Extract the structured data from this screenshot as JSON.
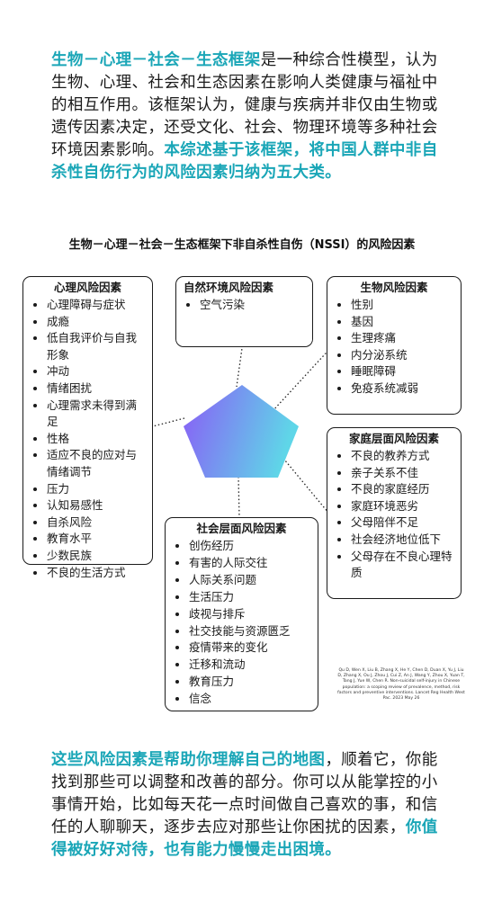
{
  "intro": {
    "highlight_1": "生物－心理－社会－生态框架",
    "text_1": "是一种综合性模型，认为生物、心理、社会和生态因素在影响人类健康与福祉中的相互作用。该框架认为，健康与疾病并非仅由生物或遗传因素决定，还受文化、社会、物理环境等多种社会环境因素影响。",
    "highlight_2": "本综述基于该框架，将中国人群中非自杀性自伤行为的风险因素归纳为五大类。"
  },
  "diagram": {
    "title": "生物－心理－社会－生态框架下非自杀性自伤（NSSI）的风险因素",
    "psych": {
      "title": "心理风险因素",
      "items": [
        "心理障碍与症状",
        "成瘾",
        "低自我评价与自我形象",
        "冲动",
        "情绪困扰",
        "心理需求未得到满足",
        "性格",
        "适应不良的应对与情绪调节",
        "压力",
        "认知易感性",
        "自杀风险",
        "教育水平",
        "少数民族",
        "不良的生活方式"
      ]
    },
    "env": {
      "title": "自然环境风险因素",
      "items": [
        "空气污染"
      ]
    },
    "bio": {
      "title": "生物风险因素",
      "items": [
        "性别",
        "基因",
        "生理疼痛",
        "内分泌系统",
        "睡眠障碍",
        "免疫系统减弱"
      ]
    },
    "family": {
      "title": "家庭层面风险因素",
      "items": [
        "不良的教养方式",
        "亲子关系不佳",
        "不良的家庭经历",
        "家庭环境恶劣",
        "父母陪伴不足",
        "社会经济地位低下",
        "父母存在不良心理特质"
      ]
    },
    "social": {
      "title": "社会层面风险因素",
      "items": [
        "创伤经历",
        "有害的人际交往",
        "人际关系问题",
        "生活压力",
        "歧视与排斥",
        "社交技能与资源匮乏",
        "疫情带来的变化",
        "迁移和流动",
        "教育压力",
        "信念"
      ]
    },
    "citation": "Qu D, Wen X, Liu B, Zhang X, He Y, Chen D, Duan X, Yu J, Liu D, Zhang X, Ou J, Zhou J, Cui Z, An J, Wang Y, Zhou X, Yuan T, Tang J, Yue W, Chen R. Non-suicidal self-injury in Chinese population: a scoping review of prevalence, method, risk factors and preventive interventions. Lancet Reg Health West Pac. 2023 May 26",
    "colors": {
      "gradient_start": "#8a5cf6",
      "gradient_end": "#5fd6e8",
      "accent": "#1aa6b7"
    }
  },
  "outro": {
    "highlight_1": "这些风险因素是帮助你理解自己的地图",
    "text_1": "，顺着它，你能找到那些可以调整和改善的部分。你可以从能掌控的小事情开始，比如每天花一点时间做自己喜欢的事，和信任的人聊聊天，逐步去应对那些让你困扰的因素，",
    "highlight_2": "你值得被好好对待，也有能力慢慢走出困境。"
  }
}
